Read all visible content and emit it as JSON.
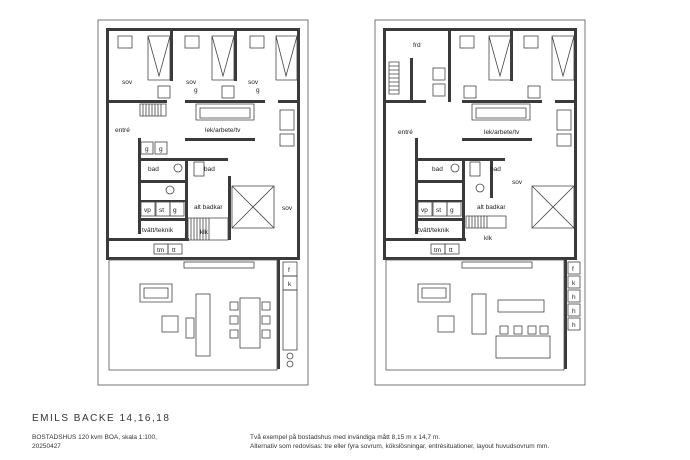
{
  "title": "EMILS BACKE 14,16,18",
  "subtitle": "BOSTADSHUS 120 kvm BOA,  skala 1:100,",
  "date": "20250427",
  "description_line1": "Två exempel på bostadshus med invändiga mått 8,15 m x 14,7 m.",
  "description_line2": "Alternativ som redovisas: tre eller fyra sovrum, kökslösningar, entrésituationer, layout huvudsovrum mm.",
  "plan_left": {
    "labels": {
      "sov1": "sov",
      "sov2": "sov",
      "sov3": "sov",
      "sov_main": "sov",
      "entre": "entré",
      "lek": "lek/arbete/tv",
      "bad1": "bad",
      "bad2": "bad",
      "alt_badkar": "alt badkar",
      "vp": "vp",
      "st": "st",
      "g": "g",
      "tvatt": "tvätt/teknik",
      "klk": "klk",
      "tm": "tm",
      "tt": "tt",
      "f": "f",
      "k": "k"
    }
  },
  "plan_right": {
    "labels": {
      "frd": "frd",
      "entre": "entré",
      "lek": "lek/arbete/tv",
      "bad1": "bad",
      "bad2": "bad",
      "sov_main": "sov",
      "alt_badkar": "alt badkar",
      "vp": "vp",
      "st": "st",
      "g": "g",
      "tvatt": "tvätt/teknik",
      "klk": "klk",
      "tm": "tm",
      "tt": "tt",
      "f": "f",
      "k": "k",
      "h1": "h",
      "h2": "h",
      "h3": "h"
    }
  }
}
